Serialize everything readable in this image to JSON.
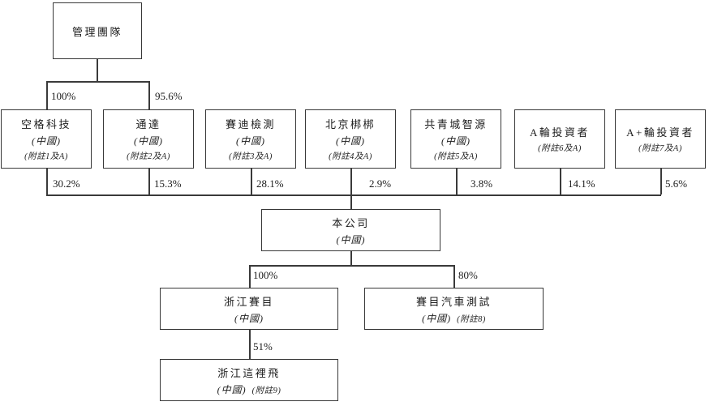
{
  "diagram": {
    "management": {
      "name": "管理團隊",
      "holdings": [
        {
          "target": "空格科技",
          "pct": "100%"
        },
        {
          "target": "通達",
          "pct": "95.6%"
        }
      ]
    },
    "shareholders": [
      {
        "name": "空格科技",
        "jurisdiction": "(中國)",
        "note": "(附註1及A)",
        "pct": "30.2%"
      },
      {
        "name": "通達",
        "jurisdiction": "(中國)",
        "note": "(附註2及A)",
        "pct": "15.3%"
      },
      {
        "name": "賽迪檢測",
        "jurisdiction": "(中國)",
        "note": "(附註3及A)",
        "pct": "28.1%"
      },
      {
        "name": "北京梆梆",
        "jurisdiction": "(中國)",
        "note": "(附註4及A)",
        "pct": "2.9%"
      },
      {
        "name": "共青城智源",
        "jurisdiction": "(中國)",
        "note": "(附註5及A)",
        "pct": "3.8%"
      },
      {
        "name": "A輪投資者",
        "jurisdiction": "",
        "note": "(附註6及A)",
        "pct": "14.1%"
      },
      {
        "name": "A+輪投資者",
        "jurisdiction": "",
        "note": "(附註7及A)",
        "pct": "5.6%"
      }
    ],
    "company": {
      "name": "本公司",
      "jurisdiction": "(中國)"
    },
    "subsidiaries": [
      {
        "name": "浙江賽目",
        "jurisdiction": "(中國)",
        "note": "",
        "pct": "100%",
        "parent": "本公司"
      },
      {
        "name": "賽目汽車測試",
        "jurisdiction": "(中國)",
        "note": "(附註8)",
        "pct": "80%",
        "parent": "本公司"
      },
      {
        "name": "浙江這裡飛",
        "jurisdiction": "(中國)",
        "note": "(附註9)",
        "pct": "51%",
        "parent": "浙江賽目"
      }
    ]
  }
}
